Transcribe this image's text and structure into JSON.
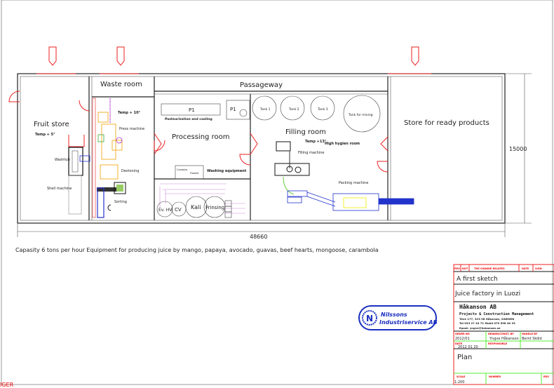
{
  "rooms": {
    "waste": "Waste room",
    "passage": "Passageway",
    "fruit": "Fruit store",
    "fruit_temp": "Temp + 5°",
    "processing": "Processing room",
    "filling": "Filling room",
    "filling_temp": "Temp +13°",
    "high_hygiene": "High hygien room",
    "store": "Store for ready products",
    "press_temp": "Temp + 10°"
  },
  "equipment": {
    "washtub": "Washtub",
    "shell": "Shell machine",
    "press": "Press machine",
    "destoning": "Destoning",
    "sorting": "Sorting",
    "p1_a": "P1",
    "p1_b": "P1",
    "pasteurization": "Pasteurization and cooling",
    "washing": "Washing equipment",
    "complex": "Complex",
    "flowkit": "Flowkit",
    "ev_hv": "Ev. HV",
    "cv": "CV",
    "kali": "Kali",
    "frinsing": "Frinsing",
    "tank1": "Tank 1",
    "tank2": "Tank 2",
    "tank3": "Tank 3",
    "tank_mixing": "Tank for mixing",
    "filling_machine": "Filling machine",
    "packing": "Packing machine"
  },
  "dimensions": {
    "width": "48660",
    "depth": "15000"
  },
  "caption": "Capasity 6 tons per hour  Equipment for producing juice by mango, papaya, avocado, guavas, beef hearts, mongoose, carambola",
  "logo": {
    "line1": "Nilssons",
    "line2": "Industriservice AB"
  },
  "title_block": {
    "header": {
      "rev": "REV",
      "not": "NOT",
      "change": "THE CHANGE RELATES",
      "date": "DATE",
      "sign": "SIGN"
    },
    "sketch": "A first sketch",
    "project": "Juice factory in Luozi",
    "company": "Håkanson AB",
    "company_sub": "Projects & Construction Management",
    "address": "Töve 177, 323 98 Håkarum, SWEDEN",
    "phone": "Tel 033 27 43 71 Mobil 070 598 40 33",
    "email": "Epost: yngve@hakanson.se",
    "order_label": "ORDER NO",
    "order": "2012/01",
    "drawn_label": "DRAWN/CONST. BY",
    "drawn": "Yngve Håkanson",
    "handle_label": "HANDLE BY",
    "handle": "Bernt Sköld",
    "date_label": "DATE",
    "date": "2012 01 20",
    "resp_label": "RESPONSIBLE",
    "drawing": "Plan",
    "scale_label": "SCALE",
    "scale": "1:200",
    "number_label": "NUMBER",
    "rev_label": "REV"
  },
  "corner_text": "IGER",
  "colors": {
    "door": "#e22222",
    "conveyor": "#2233cc",
    "press": "#f0a000",
    "piping": "#cc88dd"
  }
}
